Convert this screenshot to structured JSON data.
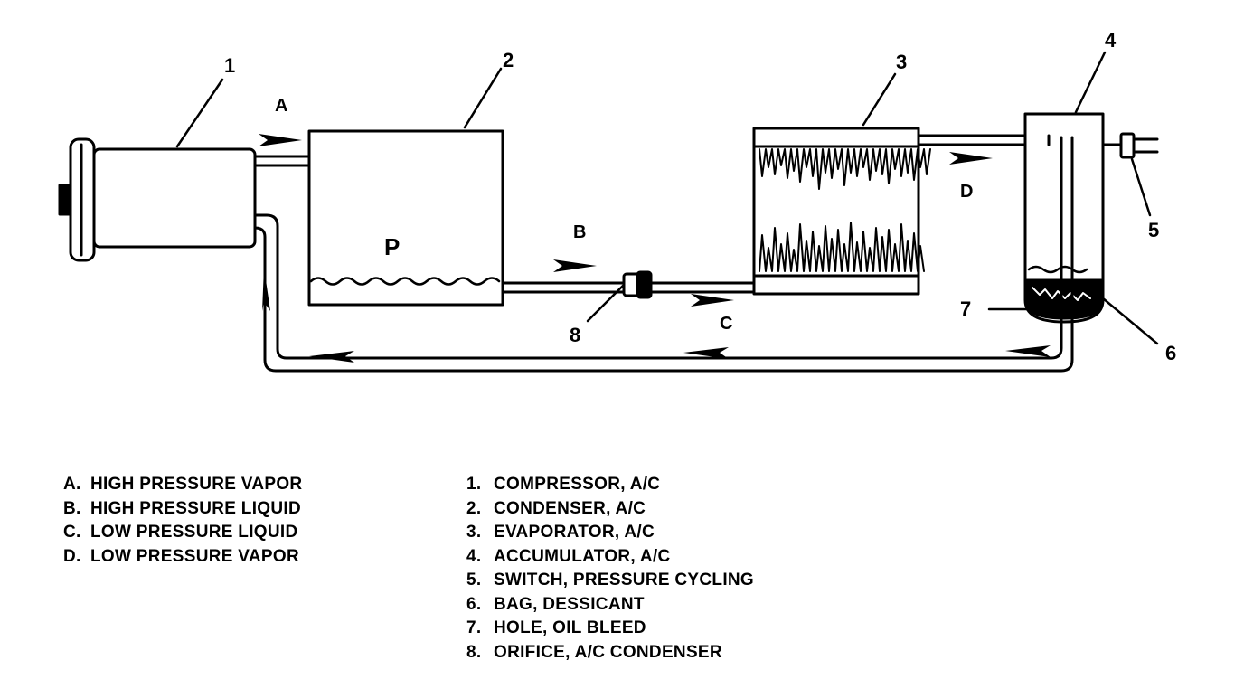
{
  "diagram": {
    "callouts": [
      "1",
      "2",
      "3",
      "4",
      "5",
      "6",
      "7",
      "8"
    ],
    "flow_labels": [
      "A",
      "B",
      "C",
      "D"
    ],
    "condenser_label": "P"
  },
  "legend_states": [
    {
      "key": "A.",
      "text": "HIGH PRESSURE VAPOR"
    },
    {
      "key": "B.",
      "text": "HIGH PRESSURE LIQUID"
    },
    {
      "key": "C.",
      "text": "LOW PRESSURE LIQUID"
    },
    {
      "key": "D.",
      "text": "LOW PRESSURE VAPOR"
    }
  ],
  "legend_parts": [
    {
      "key": "1.",
      "text": "COMPRESSOR, A/C"
    },
    {
      "key": "2.",
      "text": "CONDENSER, A/C"
    },
    {
      "key": "3.",
      "text": "EVAPORATOR, A/C"
    },
    {
      "key": "4.",
      "text": "ACCUMULATOR, A/C"
    },
    {
      "key": "5.",
      "text": "SWITCH, PRESSURE CYCLING"
    },
    {
      "key": "6.",
      "text": "BAG, DESSICANT"
    },
    {
      "key": "7.",
      "text": "HOLE, OIL BLEED"
    },
    {
      "key": "8.",
      "text": "ORIFICE, A/C CONDENSER"
    }
  ]
}
